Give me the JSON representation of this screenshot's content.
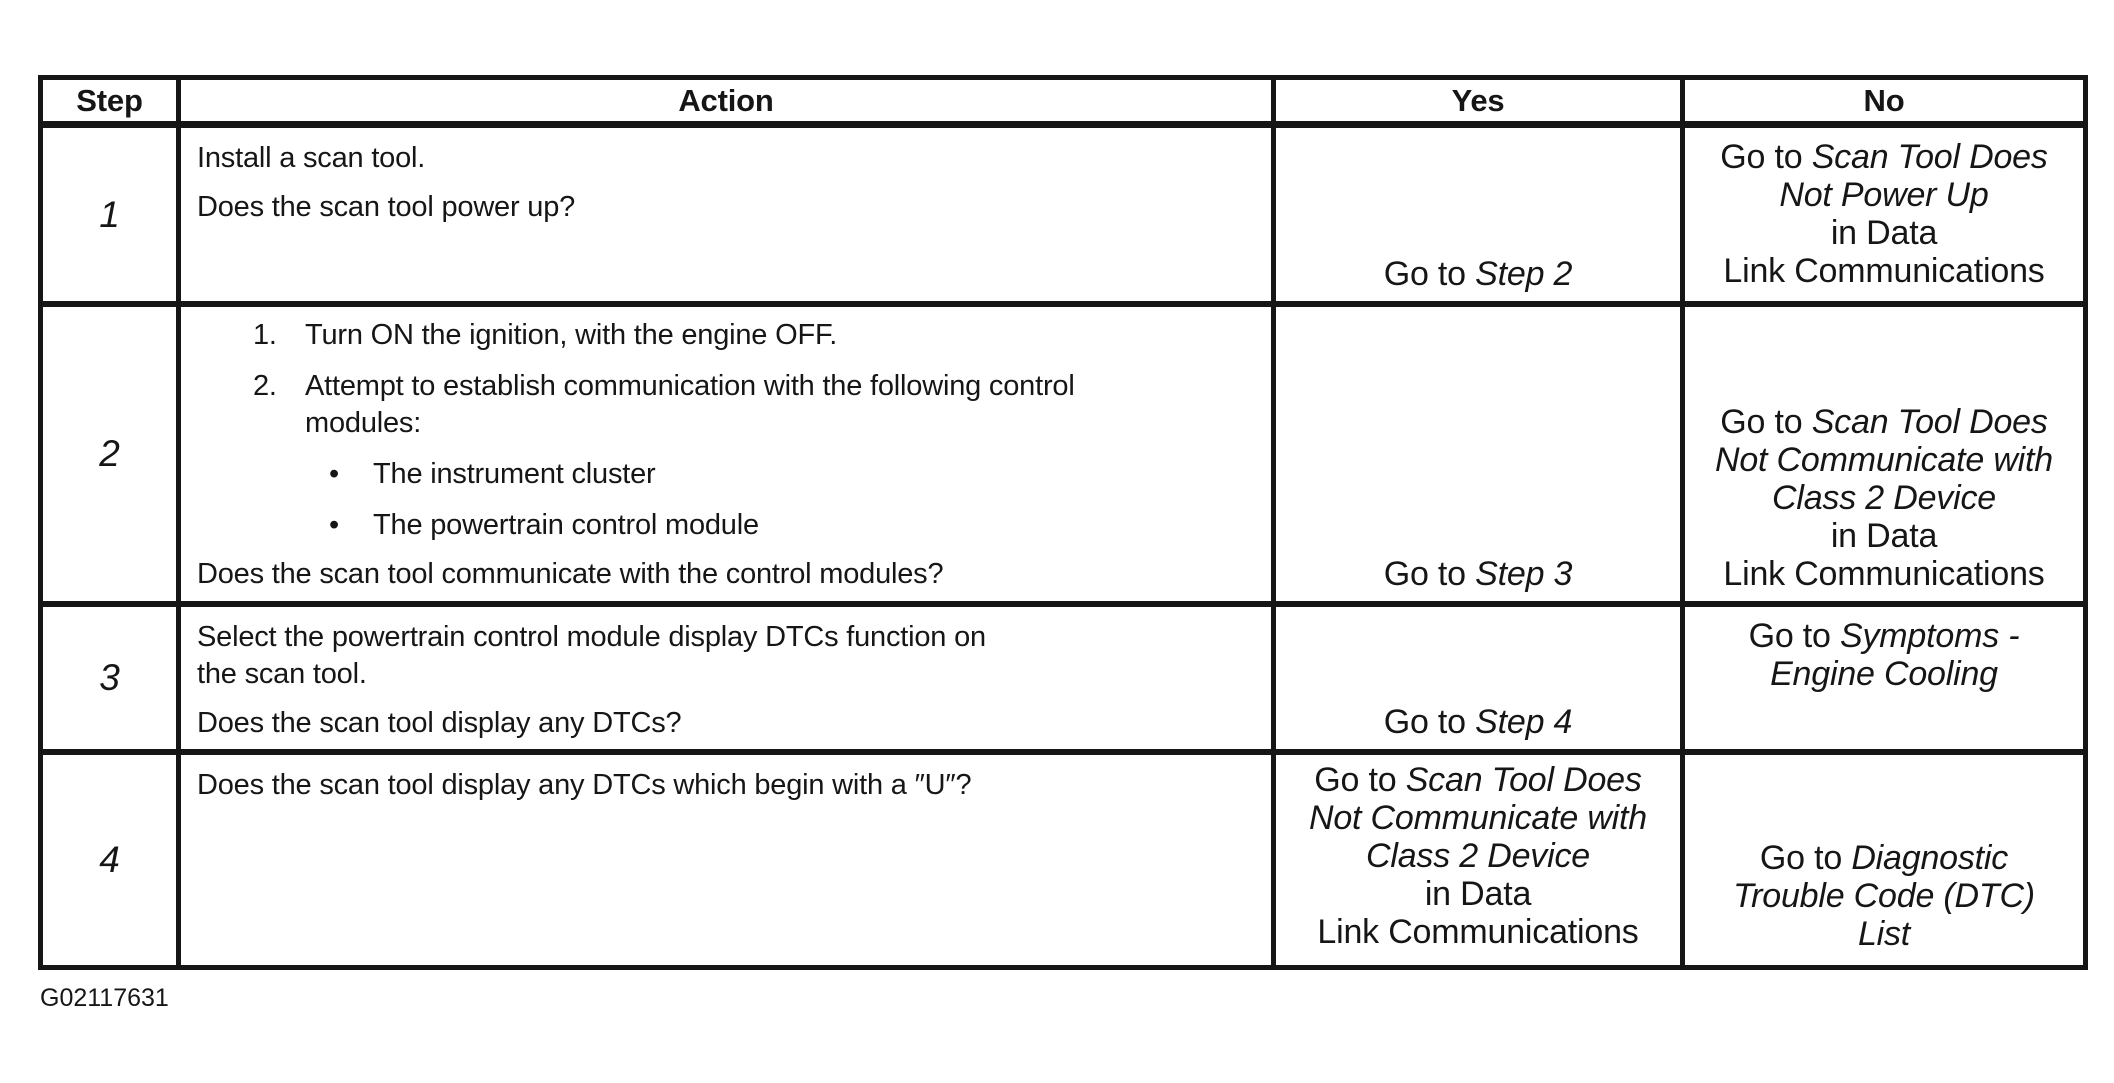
{
  "document": {
    "figure_id": "G02117631"
  },
  "table": {
    "headers": {
      "step": "Step",
      "action": "Action",
      "yes": "Yes",
      "no": "No"
    },
    "bullet_char": "•",
    "rows": [
      {
        "step": "1",
        "action": {
          "line": "Install a scan tool.",
          "question": "Does the scan tool power up?"
        },
        "yes_lines": [
          [
            {
              "t": "Go to "
            },
            {
              "t": "Step 2",
              "i": true
            }
          ]
        ],
        "no_lines": [
          [
            {
              "t": "Go to "
            },
            {
              "t": "Scan Tool Does",
              "i": true
            }
          ],
          [
            {
              "t": "Not Power Up",
              "i": true
            }
          ],
          [
            {
              "t": "in Data"
            }
          ],
          [
            {
              "t": "Link Communications"
            }
          ]
        ]
      },
      {
        "step": "2",
        "action": {
          "item1_num": "1.",
          "item1": "Turn ON the ignition, with the engine OFF.",
          "item2_num": "2.",
          "item2_lines": [
            [
              {
                "t": "Attempt to establish communication with the following control"
              }
            ],
            [
              {
                "t": "modules:"
              }
            ]
          ],
          "bullet1": "The instrument cluster",
          "bullet2": "The powertrain control module",
          "question": "Does the scan tool communicate with the control modules?"
        },
        "yes_lines": [
          [
            {
              "t": "Go to "
            },
            {
              "t": "Step 3",
              "i": true
            }
          ]
        ],
        "no_lines": [
          [
            {
              "t": "Go to "
            },
            {
              "t": "Scan Tool Does",
              "i": true
            }
          ],
          [
            {
              "t": "Not Communicate with",
              "i": true
            }
          ],
          [
            {
              "t": "Class 2 Device",
              "i": true
            }
          ],
          [
            {
              "t": "in Data"
            }
          ],
          [
            {
              "t": "Link Communications"
            }
          ]
        ]
      },
      {
        "step": "3",
        "action": {
          "para_lines": [
            [
              {
                "t": "Select the powertrain control module display DTCs function on"
              }
            ],
            [
              {
                "t": "the scan tool."
              }
            ]
          ],
          "question": "Does the scan tool display any DTCs?"
        },
        "yes_lines": [
          [
            {
              "t": "Go to "
            },
            {
              "t": "Step 4",
              "i": true
            }
          ]
        ],
        "no_lines": [
          [
            {
              "t": "Go to "
            },
            {
              "t": "Symptoms -",
              "i": true
            }
          ],
          [
            {
              "t": "Engine Cooling",
              "i": true
            }
          ]
        ]
      },
      {
        "step": "4",
        "action": {
          "question": "Does the scan tool display any DTCs which begin with a ″U″?"
        },
        "yes_lines": [
          [
            {
              "t": "Go to "
            },
            {
              "t": "Scan Tool Does",
              "i": true
            }
          ],
          [
            {
              "t": "Not Communicate with",
              "i": true
            }
          ],
          [
            {
              "t": "Class 2 Device",
              "i": true
            }
          ],
          [
            {
              "t": "in Data"
            }
          ],
          [
            {
              "t": "Link Communications"
            }
          ]
        ],
        "no_lines": [
          [
            {
              "t": "Go to "
            },
            {
              "t": "Diagnostic",
              "i": true
            }
          ],
          [
            {
              "t": "Trouble Code (DTC)",
              "i": true
            }
          ],
          [
            {
              "t": "List",
              "i": true
            }
          ]
        ]
      }
    ]
  }
}
